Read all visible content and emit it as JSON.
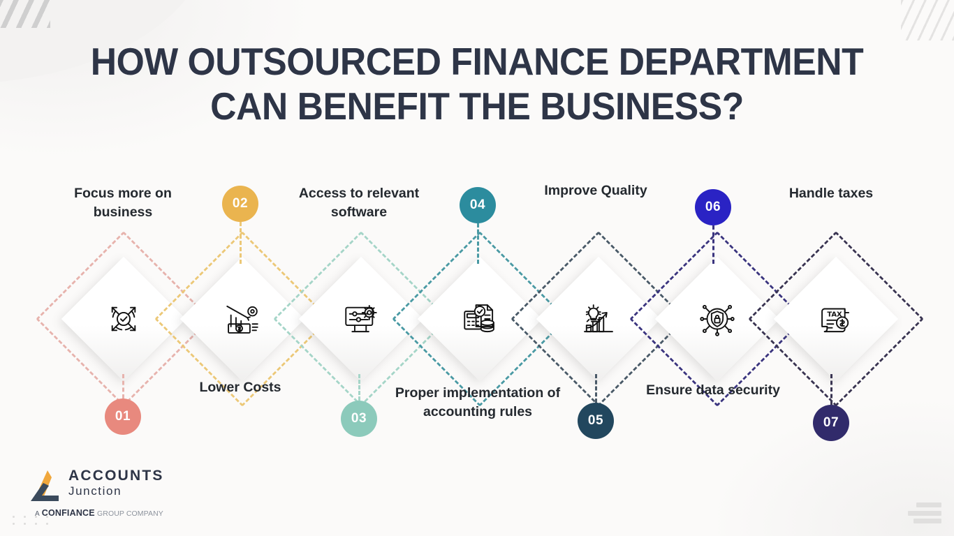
{
  "page": {
    "title_line1": "HOW OUTSOURCED FINANCE DEPARTMENT",
    "title_line2": "CAN BENEFIT THE BUSINESS?",
    "background_color": "#fbfaf9",
    "title_color": "#2e3547"
  },
  "steps": [
    {
      "number": "01",
      "label": "Focus more on business",
      "label_position": "above",
      "badge_position": "below",
      "color": "#e8897e",
      "dash_color": "#e7b3ad",
      "icon": "focus-target-check-icon"
    },
    {
      "number": "02",
      "label": "Lower Costs",
      "label_position": "below",
      "badge_position": "above",
      "color": "#eab44f",
      "dash_color": "#ecc877",
      "icon": "declining-chart-money-icon"
    },
    {
      "number": "03",
      "label": "Access to relevant software",
      "label_position": "above",
      "badge_position": "below",
      "color": "#8ccabb",
      "dash_color": "#a5d5c8",
      "icon": "monitor-gear-settings-icon"
    },
    {
      "number": "04",
      "label": "Proper implementation of accounting rules",
      "label_position": "below",
      "badge_position": "above",
      "color": "#2c8c9e",
      "dash_color": "#4a9aa4",
      "icon": "calculator-document-coins-icon"
    },
    {
      "number": "05",
      "label": "Improve Quality",
      "label_position": "above",
      "badge_position": "below",
      "color": "#22475e",
      "dash_color": "#4a5a68",
      "icon": "lightbulb-growth-chart-icon"
    },
    {
      "number": "06",
      "label": "Ensure data security",
      "label_position": "below",
      "badge_position": "above",
      "color": "#2a23c4",
      "dash_color": "#3b357f",
      "icon": "shield-lock-network-icon"
    },
    {
      "number": "07",
      "label": "Handle taxes",
      "label_position": "above",
      "badge_position": "below",
      "color": "#312b6b",
      "dash_color": "#3a3552",
      "icon": "tax-document-dollar-icon"
    }
  ],
  "logo": {
    "name_top": "ACCOUNTS",
    "name_bottom": "Junction",
    "tagline_prefix": "A",
    "tagline_brand": "CONFIANCE",
    "tagline_suffix": "GROUP COMPANY",
    "mark_colors": [
      "#f0a73c",
      "#3b4a5c"
    ]
  }
}
